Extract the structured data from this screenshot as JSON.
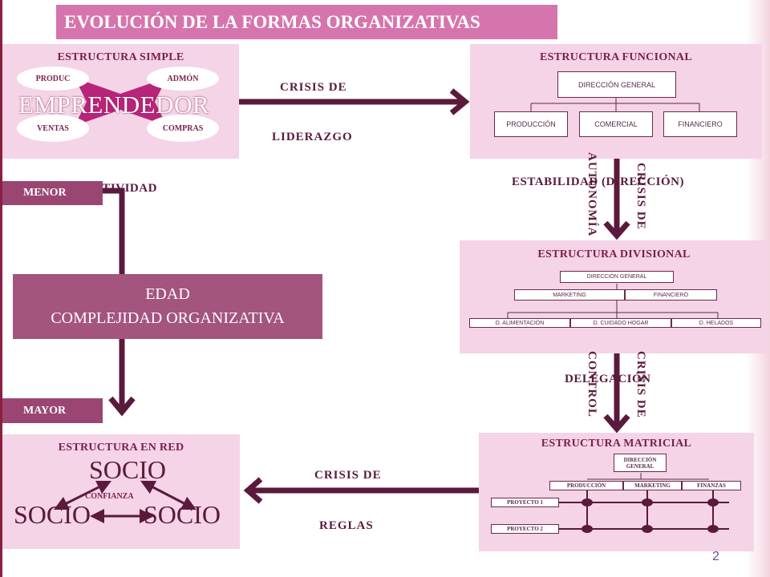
{
  "title": "EVOLUCIÓN DE LA FORMAS ORGANIZATIVAS",
  "page_number": "2",
  "simple": {
    "title": "ESTRUCTURA SIMPLE",
    "center": "EMPRENDEDOR",
    "ellipses": [
      "PRODUC",
      "ADMÓN",
      "VENTAS",
      "COMPRAS"
    ]
  },
  "funcional": {
    "title": "ESTRUCTURA FUNCIONAL",
    "top": "DIRECCIÓN GENERAL",
    "children": [
      "PRODUCCIÓN",
      "COMERCIAL",
      "FINANCIERO"
    ]
  },
  "divisional": {
    "title": "ESTRUCTURA DIVISIONAL",
    "top": "DIRECCIÓN GENERAL",
    "middle": [
      "MARKETING",
      "FINANCIERO"
    ],
    "children": [
      "D. ALIMENTACIÓN",
      "D. CUIDADO HOGAR",
      "D. HELADOS"
    ]
  },
  "matricial": {
    "title": "ESTRUCTURA MATRICIAL",
    "top": "DIRECCIÓN GENERAL",
    "columns": [
      "PRODUCCIÓN",
      "MARKETING",
      "FINANZAS"
    ],
    "rows": [
      "PROYECTO 1",
      "PROYECTO 2"
    ]
  },
  "red": {
    "title": "ESTRUCTURA EN RED",
    "nodes": [
      "SOCIO",
      "SOCIO",
      "SOCIO"
    ],
    "link": "CONFIANZA"
  },
  "crisis": {
    "liderazgo_1": "CRISIS DE",
    "liderazgo_2": "LIDERAZGO",
    "autonomia_1": "CRISIS DE",
    "autonomia_2": "AUTONOMÍA",
    "control_1": "CRISIS DE",
    "control_2": "CONTROL",
    "reglas_1": "CRISIS DE",
    "reglas_2": "REGLAS"
  },
  "stages": {
    "creatividad": "CREATIVIDAD",
    "estabilidad": "ESTABILIDAD (DIRECCIÓN)",
    "delegacion": "DELEGACIÓN"
  },
  "axis": {
    "menor": "MENOR",
    "mayor": "MAYOR",
    "line1": "EDAD",
    "line2": "COMPLEJIDAD ORGANIZATIVA"
  },
  "colors": {
    "title_bg": "#d675ad",
    "panel_bg": "#f4d4e6",
    "arrow": "#5a1a3c",
    "tag_bg": "#9b4672",
    "edad_bg": "#a3557e"
  }
}
